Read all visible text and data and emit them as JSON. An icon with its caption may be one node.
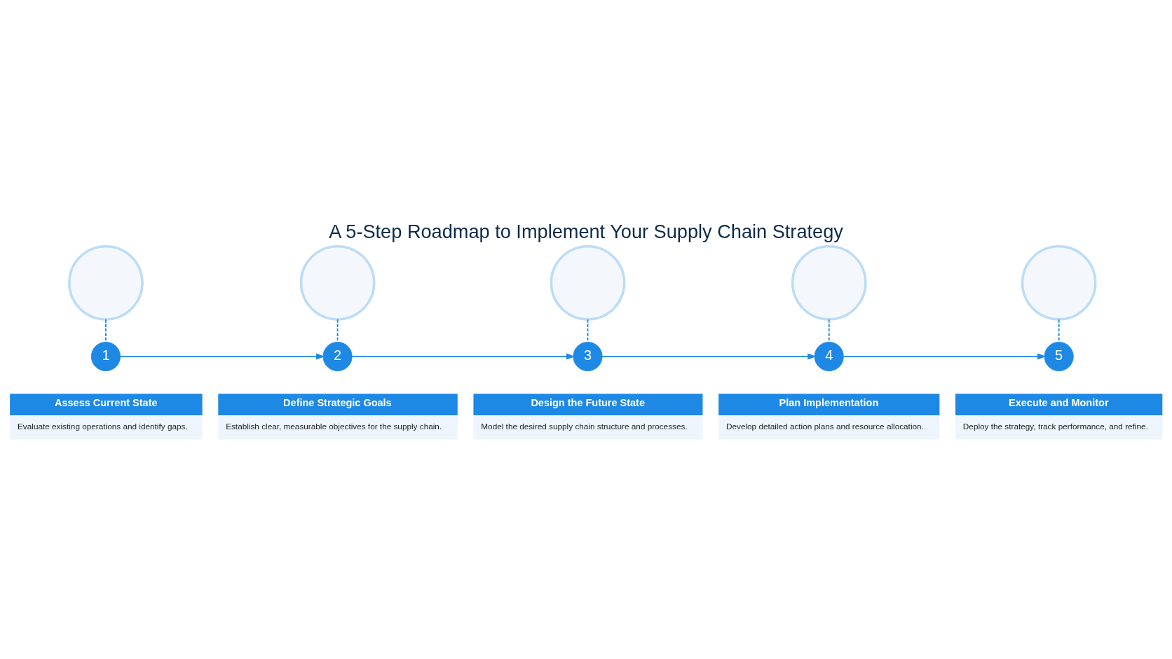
{
  "diagram": {
    "title": "A 5-Step Roadmap to Implement Your Supply Chain Strategy",
    "nodes": [
      {
        "text": [],
        "shape": "circle"
      },
      {
        "text": [
          "1"
        ]
      },
      {
        "text": [
          "Assess Current State",
          "Evaluate existing operations and identify gaps."
        ]
      },
      {
        "text": [],
        "shape": "circle"
      },
      {
        "text": [
          "2"
        ]
      },
      {
        "text": [
          "Define Strategic Goals",
          "Establish clear, measurable objectives for the supply chain."
        ]
      },
      {
        "text": [],
        "shape": "circle"
      },
      {
        "text": [
          "3"
        ]
      },
      {
        "text": [
          "Design the Future State",
          "Model the desired supply chain structure and processes."
        ]
      },
      {
        "text": [],
        "shape": "circle"
      },
      {
        "text": [
          "4"
        ]
      },
      {
        "text": [
          "Plan Implementation",
          "Develop detailed action plans and resource allocation."
        ]
      },
      {
        "text": [],
        "shape": "circle"
      },
      {
        "text": [
          "5"
        ]
      },
      {
        "text": [
          "Execute and Monitor",
          "Deploy the strategy, track performance, and refine."
        ]
      }
    ],
    "edges": [
      {
        "from": 0,
        "to": 1,
        "arrow": "none",
        "style": "dashed"
      },
      {
        "from": 3,
        "to": 4,
        "arrow": "none",
        "style": "dashed"
      },
      {
        "from": 6,
        "to": 7,
        "arrow": "none",
        "style": "dashed"
      },
      {
        "from": 9,
        "to": 10,
        "arrow": "none",
        "style": "dashed"
      },
      {
        "from": 12,
        "to": 13,
        "arrow": "none",
        "style": "dashed"
      },
      {
        "from": 1,
        "to": 4,
        "arrow": "to"
      },
      {
        "from": 4,
        "to": 7,
        "arrow": "to"
      },
      {
        "from": 7,
        "to": 10,
        "arrow": "to"
      },
      {
        "from": 10,
        "to": 13,
        "arrow": "to"
      }
    ]
  }
}
